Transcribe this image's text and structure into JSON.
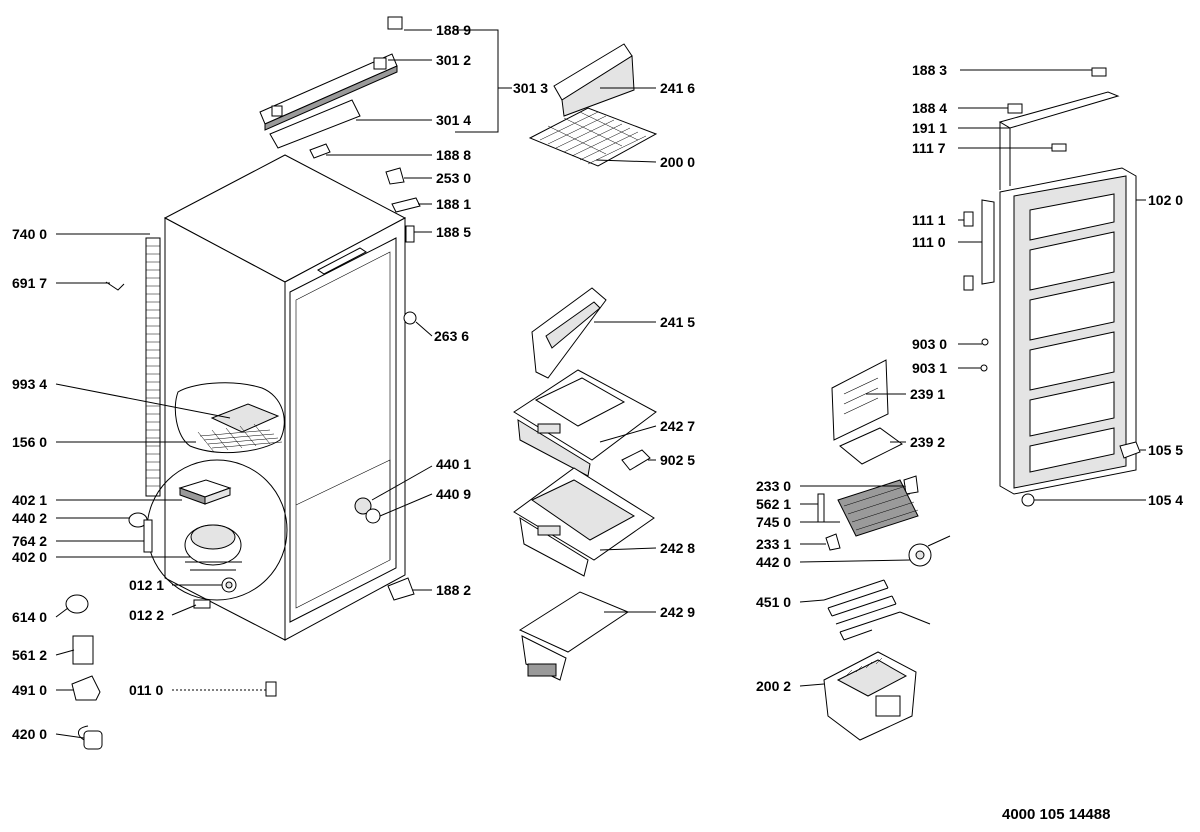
{
  "document_number": "4000 105 14488",
  "labels": {
    "l1889": "188 9",
    "l3012": "301 2",
    "l3013": "301 3",
    "l3014": "301 4",
    "l1888": "188 8",
    "l2530": "253 0",
    "l1881": "188 1",
    "l1885": "188 5",
    "l2636": "263 6",
    "l7400": "740 0",
    "l6917": "691 7",
    "l9934": "993 4",
    "l1560": "156 0",
    "l4021": "402 1",
    "l4402": "440 2",
    "l7642": "764 2",
    "l4020": "402 0",
    "l0121": "012 1",
    "l0122": "012 2",
    "l6140": "614 0",
    "l5612": "561 2",
    "l4910": "491 0",
    "l0110": "011 0",
    "l4200": "420 0",
    "l4401": "440 1",
    "l4409": "440 9",
    "l1882": "188 2",
    "l2416": "241 6",
    "l2000": "200 0",
    "l2415": "241 5",
    "l2427": "242 7",
    "l9025": "902 5",
    "l2428": "242 8",
    "l2429": "242 9",
    "l1883": "188 3",
    "l1884": "188 4",
    "l1911": "191 1",
    "l1117": "111 7",
    "l1020": "102 0",
    "l1111": "111 1",
    "l1110": "111 0",
    "l9030": "903 0",
    "l9031": "903 1",
    "l2391": "239 1",
    "l2392": "239 2",
    "l2330": "233 0",
    "l5621": "562 1",
    "l7450": "745 0",
    "l2331": "233 1",
    "l4420": "442 0",
    "l4510": "451 0",
    "l2002": "200 2",
    "l1055": "105 5",
    "l1054": "105 4"
  }
}
